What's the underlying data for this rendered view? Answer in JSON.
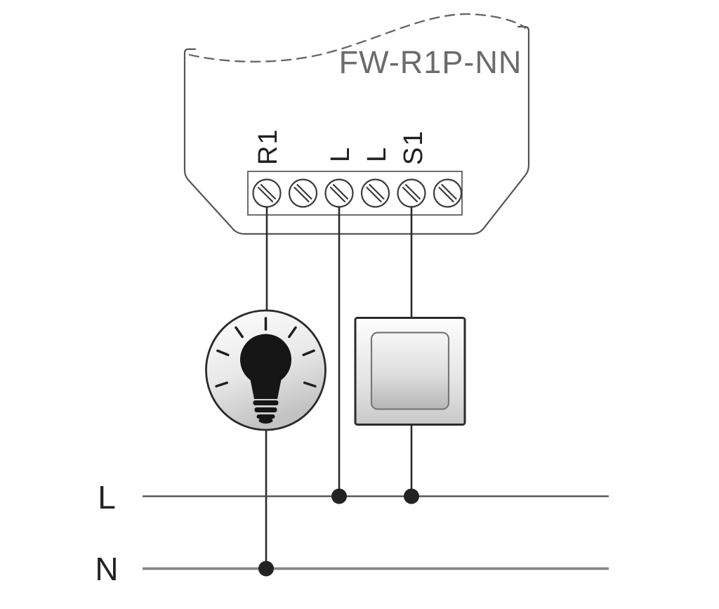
{
  "diagram": {
    "module_model": "FW-R1P-NN",
    "terminal_labels": [
      "R1",
      "L",
      "L",
      "S1"
    ],
    "bus_labels": {
      "live": "L",
      "neutral": "N"
    },
    "icons": {
      "light": "light-bulb-icon",
      "switch": "wall-switch-icon",
      "terminal": "screw-terminal-icon"
    },
    "colors": {
      "wire": "#2b2b2b",
      "outline": "#555555",
      "model_text": "#6b6b6b",
      "live_line": "#474747",
      "neutral_line": "#858585",
      "junction_dot": "#232323"
    }
  }
}
